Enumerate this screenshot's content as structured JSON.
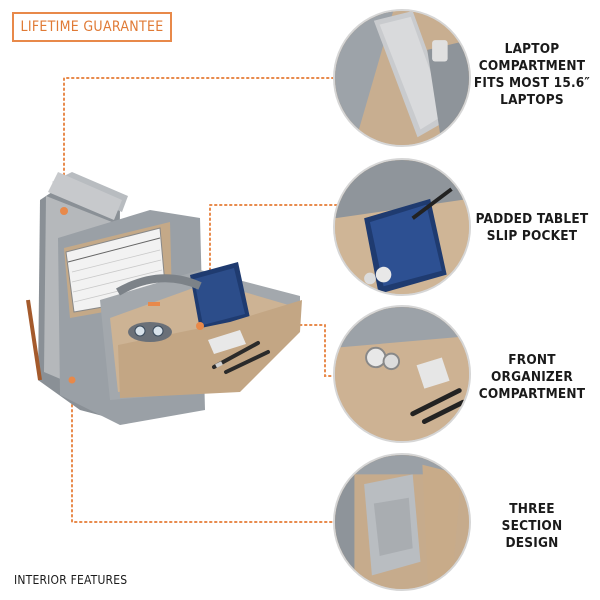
{
  "badge": {
    "text": "LIFETIME GUARANTEE"
  },
  "footer": {
    "text": "INTERIOR FEATURES"
  },
  "features": [
    {
      "lines": [
        "LAPTOP",
        "COMPARTMENT",
        "FITS MOST 15.6″",
        "LAPTOPS"
      ]
    },
    {
      "lines": [
        "PADDED TABLET",
        "SLIP POCKET"
      ]
    },
    {
      "lines": [
        "FRONT",
        "ORGANIZER",
        "COMPARTMENT"
      ]
    },
    {
      "lines": [
        "THREE",
        "SECTION",
        "DESIGN"
      ]
    }
  ],
  "colors": {
    "accent": "#e8894a",
    "bag_grey": "#8f959b",
    "lining_tan": "#c9ad8f",
    "tablet_navy": "#1f3b70"
  }
}
